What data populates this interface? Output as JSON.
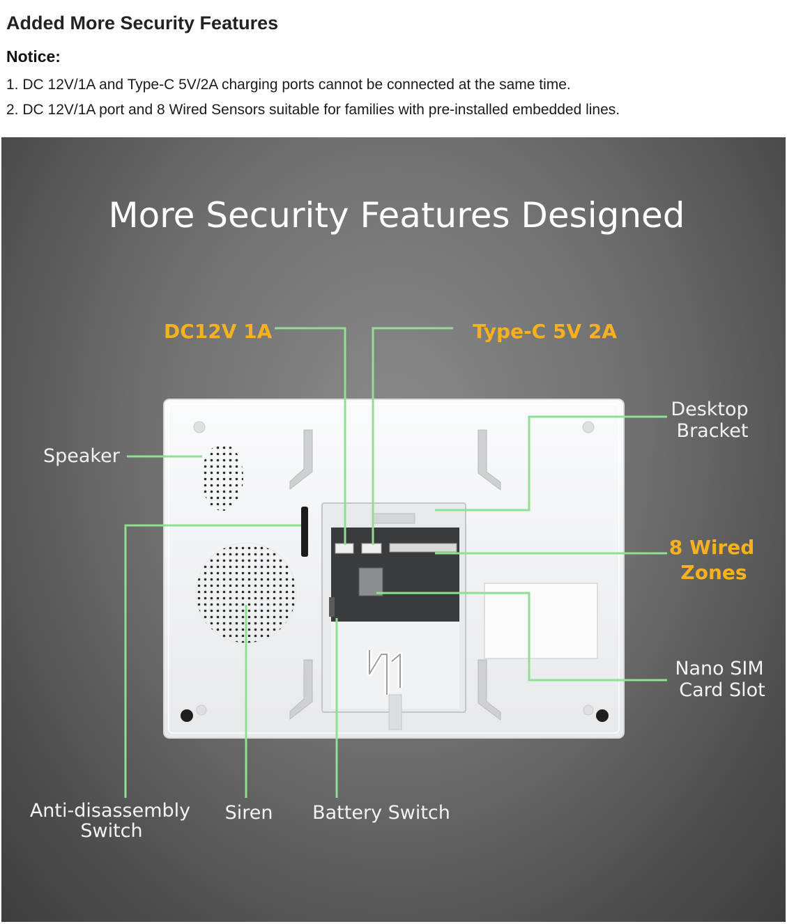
{
  "header": {
    "title": "Added More Security Features",
    "notice_label": "Notice:",
    "notices": [
      "1. DC 12V/1A and Type-C 5V/2A charging ports cannot be connected at the same time.",
      "2. DC 12V/1A port and 8 Wired Sensors suitable for families with pre-installed embedded lines."
    ]
  },
  "banner": {
    "title": "More Security Features Designed",
    "labels": {
      "dc_port": "DC12V 1A",
      "typec_port": "Type-C 5V 2A",
      "desktop_bracket_1": "Desktop",
      "desktop_bracket_2": "Bracket",
      "speaker": "Speaker",
      "wired_zones_1": "8 Wired",
      "wired_zones_2": "Zones",
      "nano_sim_1": "Nano SIM",
      "nano_sim_2": "Card Slot",
      "anti_disassembly_1": "Anti-disassembly",
      "anti_disassembly_2": "Switch",
      "siren": "Siren",
      "battery_switch": "Battery Switch"
    },
    "colors": {
      "highlight": "#f5b120",
      "label": "#f2f2f2",
      "leader_line": "#8fe08f",
      "device": "#f4f5f6"
    }
  }
}
